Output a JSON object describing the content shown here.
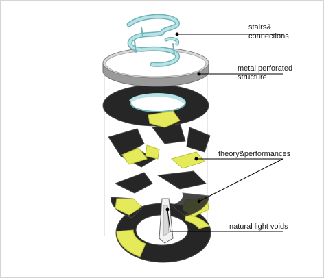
{
  "labels": {
    "stairs_line1": "stairs&",
    "stairs_line2": "connections",
    "metal_line1": "metal perforated",
    "metal_line2": "structure",
    "theory": "theory&performances",
    "voids": "natural light voids"
  },
  "colors": {
    "slab": "#262626",
    "slab_edge": "#4a4a4a",
    "accent": "#e4ea5a",
    "accent_dark": "#b9bf33",
    "stair": "#b7e3e6",
    "stair_edge": "#6fb3b8",
    "ring": "#c9c9c9",
    "ring_dark": "#8e8e8e",
    "leader": "#000000",
    "frame": "#d4d4d4"
  }
}
